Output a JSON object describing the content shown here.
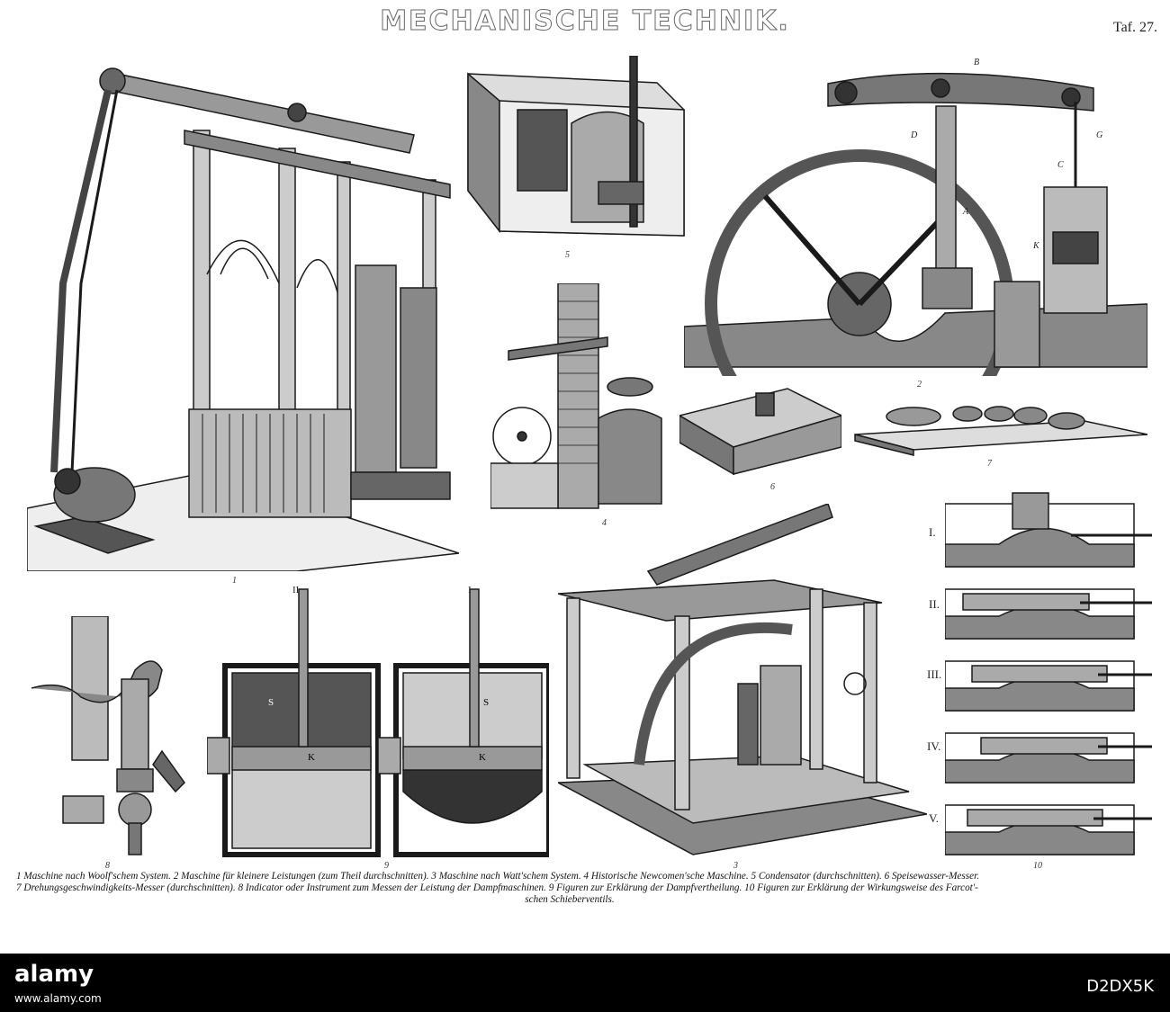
{
  "plate": {
    "title": "MECHANISCHE TECHNIK.",
    "plate_number": "Taf. 27."
  },
  "figure_numbers": {
    "f1": "1",
    "f2": "2",
    "f3": "3",
    "f4": "4",
    "f5": "5",
    "f6": "6",
    "f7": "7",
    "f8": "8",
    "f9": "9",
    "f10": "10"
  },
  "fig9_part_labels": {
    "left": "II",
    "right": "I"
  },
  "fig10_part_labels": [
    "I.",
    "II.",
    "III.",
    "IV.",
    "V."
  ],
  "caption_lines": [
    "1 Maschine nach Woolf'schem System.   2 Maschine für kleinere Leistungen (zum Theil durchschnitten).   3 Maschine nach Watt'schem System.   4 Historische Newcomen'sche Maschine.   5 Condensator (durchschnitten).   6 Speisewasser-Messer.",
    "7 Drehungsgeschwindigkeits-Messer (durchschnitten).   8 Indicator oder Instrument zum Messen der Leistung der Dampfmaschinen.   9 Figuren zur Erklärung der Dampfvertheilung.   10 Figuren zur Erklärung der Wirkungsweise des Farcot'-",
    "schen Schieberventils."
  ],
  "watermark": {
    "brand": "alamy",
    "image_id": "D2DX5K",
    "url": "www.alamy.com"
  },
  "colors": {
    "ink": "#1a1a1a",
    "paper": "#ffffff",
    "watermark_bg": "#000000"
  }
}
